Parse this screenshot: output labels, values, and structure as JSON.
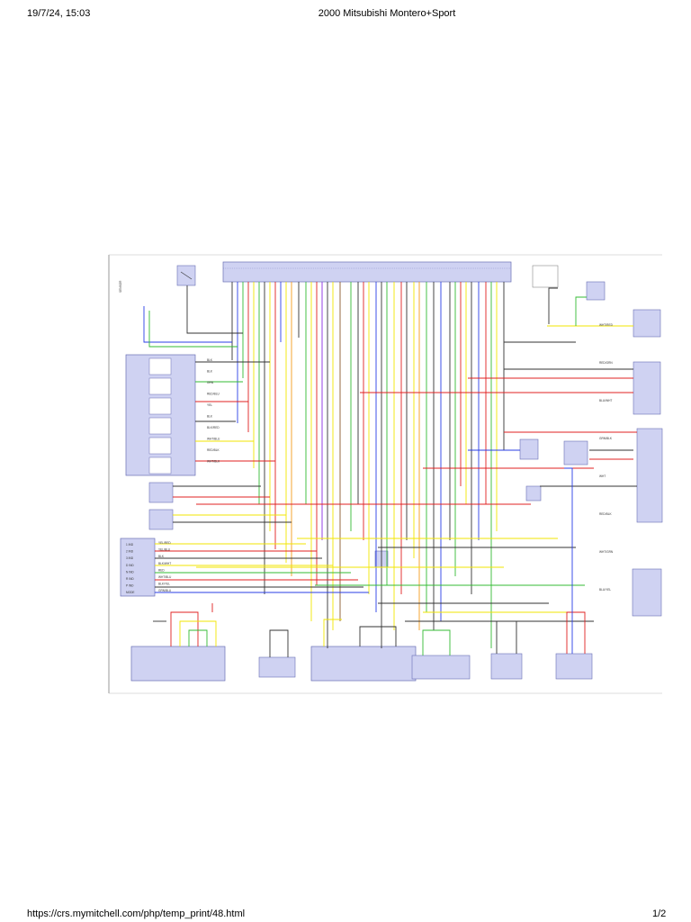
{
  "header": {
    "datetime": "19/7/24, 15:03",
    "title": "2000 Mitsubishi Montero+Sport"
  },
  "footer": {
    "url": "https://crs.mymitchell.com/php/temp_print/48.html",
    "page": "1/2"
  },
  "diagram": {
    "wire_colors": {
      "blk": "#333333",
      "red": "#e02020",
      "yel": "#f2e600",
      "grn": "#33bb33",
      "blu": "#2a3de6",
      "pnk": "#ff70c0",
      "org": "#f59b1a",
      "brn": "#8a5a2b",
      "vio": "#8a2be2",
      "gry": "#9a9a9a",
      "wht": "#c8c8c8"
    },
    "component_fill": "#cfd2f2",
    "component_stroke": "#6a6fb5",
    "left_block_labels": [
      "BLK",
      "BLK",
      "GRN",
      "RED/BLU",
      "YEL",
      "BLK",
      "BLK/RED",
      "WHT/BLU",
      "RED/BLK",
      "WHT/BLK"
    ],
    "switch_labels": [
      "1 IND",
      "2 IND",
      "3 IND",
      "D IND",
      "N IND",
      "R IND",
      "P IND",
      "MODE"
    ],
    "switch_wires": [
      "YEL/RED",
      "YEL/BLU",
      "BLK",
      "BLK/WHT",
      "RED",
      "WHT/BLU",
      "BLK/YEL",
      "GRN/BLU"
    ],
    "right_wire_labels": [
      "WHT/RED",
      "RED/GRN",
      "BLU/WHT",
      "GRN/BLK",
      "WHT",
      "RED/BLK",
      "WHT/GRN",
      "BLU/YEL"
    ]
  }
}
